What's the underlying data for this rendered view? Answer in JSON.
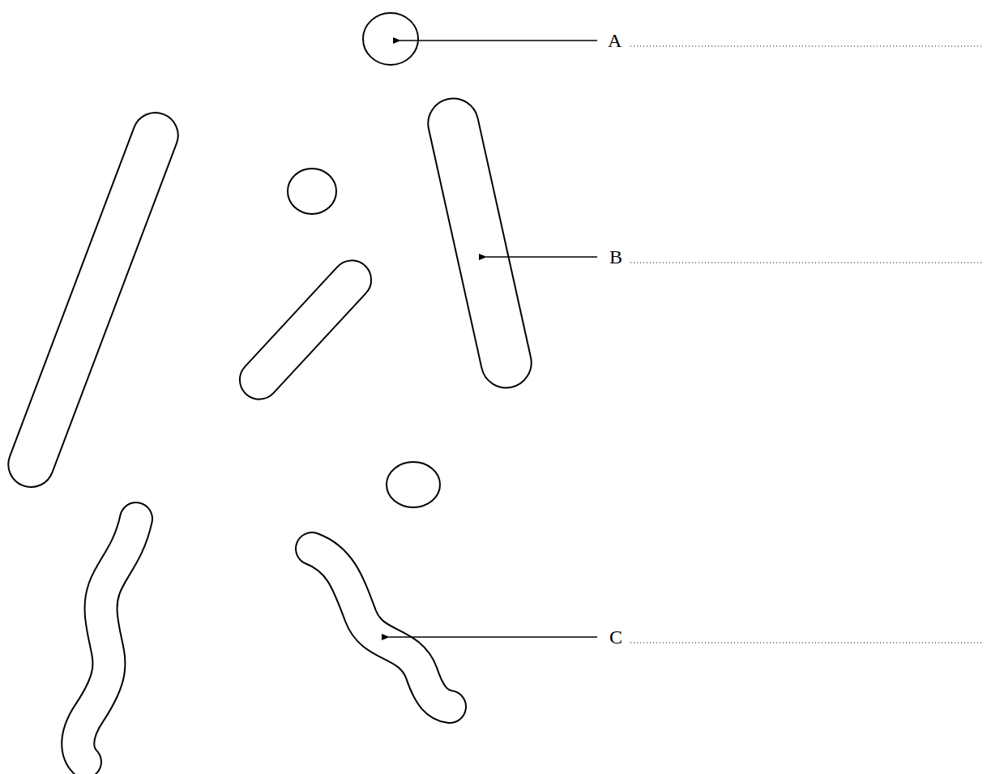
{
  "diagram": {
    "labels": [
      "A",
      "B",
      "C"
    ]
  }
}
